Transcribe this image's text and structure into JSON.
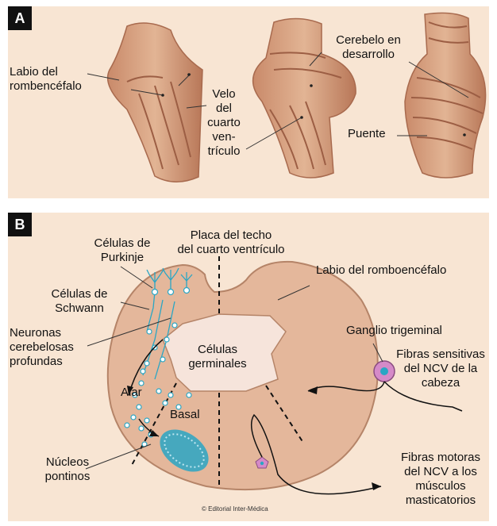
{
  "panel_a": {
    "tag": "A",
    "labels": {
      "labio": [
        "Labio del",
        "rombencéfalo"
      ],
      "velo": [
        "Velo",
        "del",
        "cuarto",
        "ven-",
        "trículo"
      ],
      "cerebelo": [
        "Cerebelo en",
        "desarrollo"
      ],
      "puente": "Puente"
    }
  },
  "panel_b": {
    "tag": "B",
    "labels": {
      "purkinje": [
        "Células de",
        "Purkinje"
      ],
      "schwann": [
        "Células de",
        "Schwann"
      ],
      "neuronas": [
        "Neuronas",
        "cerebelosas",
        "profundas"
      ],
      "placa": [
        "Placa del techo",
        "del cuarto ventrículo"
      ],
      "labio": "Labio del romboencéfalo",
      "germinales": [
        "Células",
        "germinales"
      ],
      "alar": "Alar",
      "basal": "Basal",
      "ganglio": "Ganglio trigeminal",
      "sensitivas": [
        "Fibras sensitivas",
        "del NCV de la",
        "cabeza"
      ],
      "nucleos": [
        "Núcleos",
        "pontinos"
      ],
      "motoras": [
        "Fibras motoras",
        "del NCV a los",
        "músculos",
        "masticatorios"
      ]
    },
    "credit": "© Editorial Inter-Médica"
  },
  "colors": {
    "panel_bg": "#f8e5d3",
    "tissue": "#d8a88a",
    "tissue_dark": "#a86a4e",
    "cell_blue": "#2aa6c4",
    "germinal": "#f6e4db",
    "ganglion": "#d58ac8"
  }
}
